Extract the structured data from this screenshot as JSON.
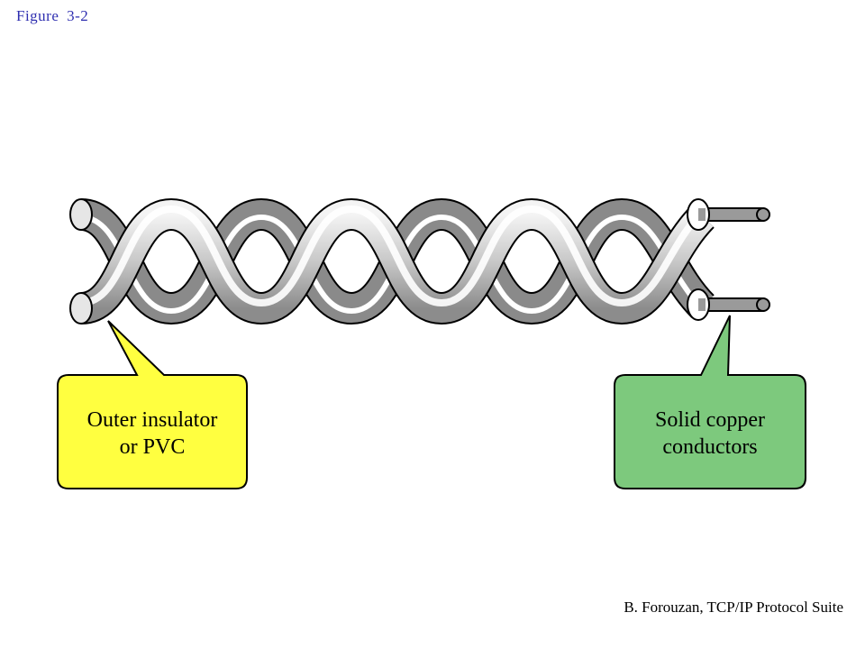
{
  "figure": {
    "title": "Figure  3-2",
    "credit": "B. Forouzan, TCP/IP Protocol Suite"
  },
  "callouts": {
    "insulator": {
      "line1": "Outer insulator",
      "line2": "or PVC",
      "fill": "#ffff40"
    },
    "conductors": {
      "line1": "Solid copper",
      "line2": "conductors",
      "fill": "#7dc97d"
    }
  },
  "colors": {
    "cable_dark": "#8a8a8a",
    "cable_light": "#ffffff",
    "outline": "#000000",
    "conductor": "#9a9a9a"
  }
}
